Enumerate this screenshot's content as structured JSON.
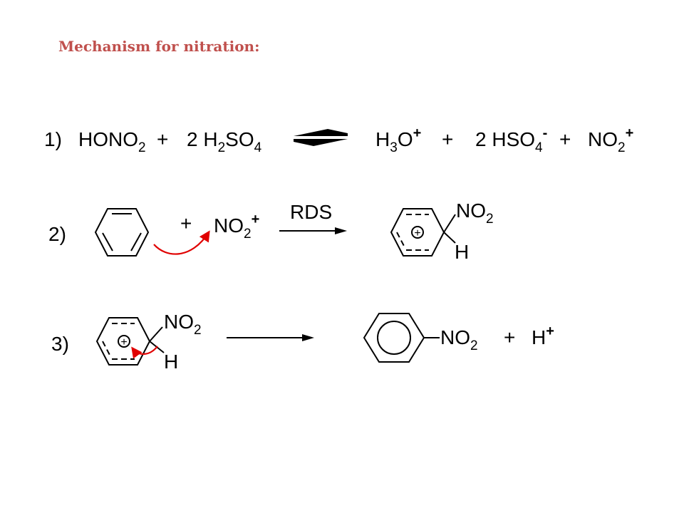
{
  "title": "Mechanism for nitration:",
  "step1": {
    "number": "1)",
    "hono_main": "HONO",
    "hono_sub": "2",
    "plus1": "+",
    "coef": "2 H",
    "h2so4_sub1": "2",
    "h2so4_mid": "SO",
    "h2so4_sub2": "4",
    "h3o_h": "H",
    "h3o_sub": "3",
    "h3o_o": "O",
    "h3o_charge": "+",
    "plus2": "+",
    "hso4_main": "2 HSO",
    "hso4_sub": "4",
    "hso4_charge": "-",
    "plus3": "+",
    "no2_main": "NO",
    "no2_sub": "2",
    "no2_charge": "+"
  },
  "step2": {
    "number": "2)",
    "plus": "+",
    "no2_main": "NO",
    "no2_sub": "2",
    "no2_charge": "+",
    "arrow_label": "RDS",
    "product_no2": "NO",
    "product_no2_sub": "2",
    "product_h": "H",
    "charge_symbol": "+"
  },
  "step3": {
    "number": "3)",
    "reactant_no2": "NO",
    "reactant_no2_sub": "2",
    "reactant_h": "H",
    "charge_symbol": "+",
    "product_no2": "NO",
    "product_no2_sub": "2",
    "plus": "+",
    "proton": "H",
    "proton_charge": "+"
  },
  "colors": {
    "title": "#c0504d",
    "curved_arrow": "#e00000"
  }
}
